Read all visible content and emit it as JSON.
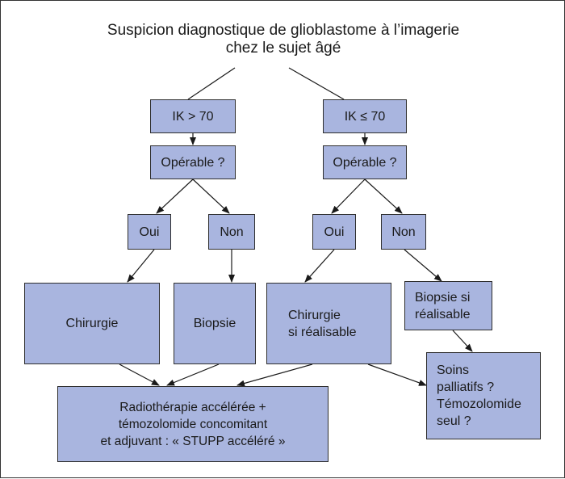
{
  "title": {
    "line1": "Suspicion diagnostique de glioblastome à l’imagerie",
    "line2": "chez le sujet âgé"
  },
  "colors": {
    "box_fill": "#a9b5df",
    "box_border": "#2e2e2e",
    "connector": "#1a1a1a"
  },
  "nodes": {
    "ik_high": "IK > 70",
    "ik_low": "IK ≤ 70",
    "operable_left": "Opérable ?",
    "operable_right": "Opérable ?",
    "oui_left": "Oui",
    "non_left": "Non",
    "oui_right": "Oui",
    "non_right": "Non",
    "chirurgie": "Chirurgie",
    "biopsie": "Biopsie",
    "chirurgie_si": {
      "line1": "Chirurgie",
      "line2": "si réalisable"
    },
    "biopsie_si": {
      "line1": "Biopsie si",
      "line2": "réalisable"
    },
    "soins": {
      "line1": "Soins",
      "line2": "palliatifs ?",
      "line3": "Témozolomide",
      "line4": "seul ?"
    },
    "radiotherapie": {
      "line1": "Radiothérapie accélérée +",
      "line2": "témozolomide concomitant",
      "line3": "et adjuvant : « STUPP accéléré »"
    }
  }
}
